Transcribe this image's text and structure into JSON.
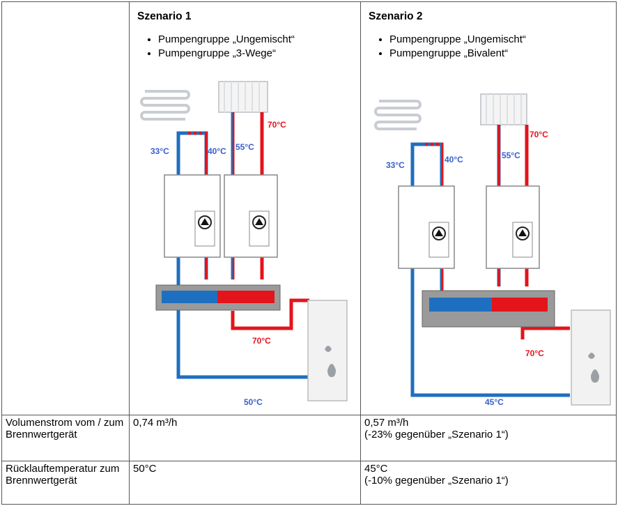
{
  "scenario1": {
    "title": "Szenario 1",
    "bullets": [
      "Pumpengruppe „Ungemischt“",
      "Pumpengruppe „3-Wege“"
    ],
    "temps": {
      "t33": "33°C",
      "t40": "40°C",
      "t55": "55°C",
      "t70a": "70°C",
      "t70b": "70°C",
      "t50": "50°C"
    }
  },
  "scenario2": {
    "title": "Szenario 2",
    "bullets": [
      "Pumpengruppe „Ungemischt“",
      "Pumpengruppe „Bivalent“"
    ],
    "temps": {
      "t33": "33°C",
      "t40": "40°C",
      "t55": "55°C",
      "t70a": "70°C",
      "t70b": "70°C",
      "t45": "45°C"
    }
  },
  "rows": [
    {
      "label": "Volumenstrom vom / zum Brennwertgerät",
      "s1": "0,74 m³/h",
      "s2_line1": "0,57 m³/h",
      "s2_line2": "(-23% gegenüber „Szenario 1“)"
    },
    {
      "label": "Rücklauftemperatur zum Brennwertgerät",
      "s1": "50°C",
      "s2_line1": "45°C",
      "s2_line2": "(-10% gegenüber „Szenario 1“)"
    }
  ],
  "colors": {
    "hot": "#e4141b",
    "cold": "#1f6fc0",
    "tempHot": "#e4141b",
    "tempCold": "#3a5fcd"
  }
}
